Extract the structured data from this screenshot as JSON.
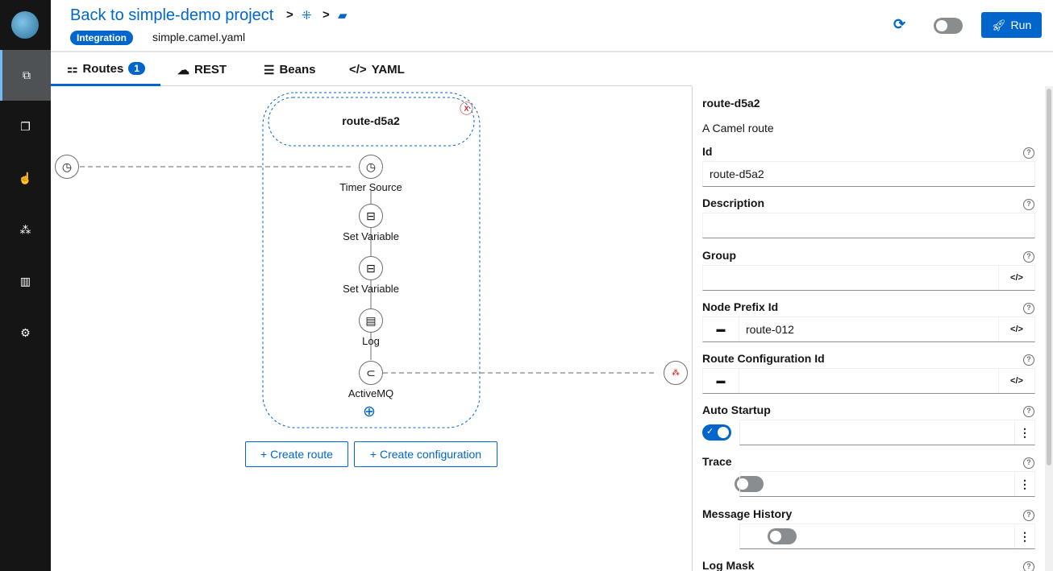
{
  "sidebar": {
    "items": [
      {
        "icon": "layers-icon",
        "active": true
      },
      {
        "icon": "copy-icon"
      },
      {
        "icon": "hand-icon"
      },
      {
        "icon": "cubes-icon"
      },
      {
        "icon": "book-icon"
      },
      {
        "icon": "cogs-icon"
      }
    ]
  },
  "header": {
    "back_label": "Back to simple-demo project",
    "badge": "Integration",
    "file": "simple.camel.yaml",
    "run_label": "Run",
    "crumb_sep": ">"
  },
  "tabs": [
    {
      "label": "Routes",
      "count": "1"
    },
    {
      "label": "REST"
    },
    {
      "label": "Beans"
    },
    {
      "label": "YAML"
    }
  ],
  "canvas": {
    "route_title": "route-d5a2",
    "nodes": [
      "Timer Source",
      "Set Variable",
      "Set Variable",
      "Log",
      "ActiveMQ"
    ],
    "create_route": "+ Create route",
    "create_configuration": "+ Create configuration"
  },
  "panel": {
    "title": "route-d5a2",
    "subtitle": "A Camel route",
    "fields": {
      "id_label": "Id",
      "id_value": "route-d5a2",
      "description_label": "Description",
      "group_label": "Group",
      "node_prefix_label": "Node Prefix Id",
      "node_prefix_value": "route-012",
      "route_config_label": "Route Configuration Id",
      "auto_startup_label": "Auto Startup",
      "trace_label": "Trace",
      "message_history_label": "Message History",
      "log_mask_label": "Log Mask"
    },
    "auto_startup": true,
    "trace": false,
    "message_history": false
  },
  "colors": {
    "accent": "#0066cc",
    "sidebar": "#151515",
    "danger": "#c9190b"
  }
}
